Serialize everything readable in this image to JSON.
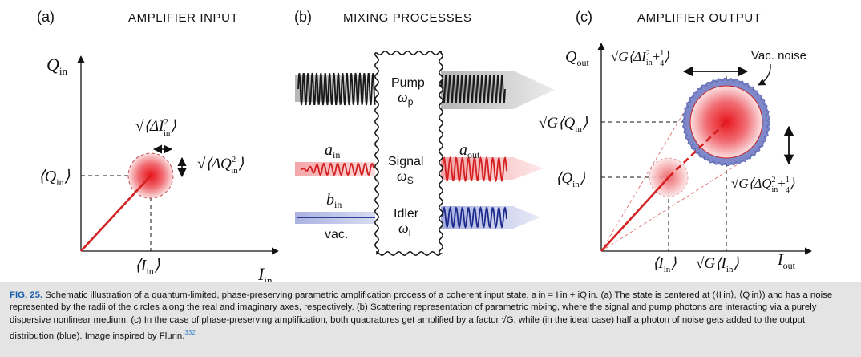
{
  "panels": {
    "a": {
      "letter": "(a)",
      "title": "AMPLIFIER INPUT",
      "y_axis": "Q",
      "y_sub": "in",
      "x_axis": "I",
      "x_sub": "in",
      "q_tick": "⟨Q",
      "q_tick_sub": "in",
      "i_tick": "⟨I",
      "i_tick_sub": "in",
      "delta_i": "√⟨ΔI",
      "delta_q": "√⟨ΔQ",
      "delta_sup": "2",
      "delta_sub": "in"
    },
    "b": {
      "letter": "(b)",
      "title": "MIXING PROCESSES",
      "pump_label": "Pump",
      "pump_freq": "ω",
      "pump_freq_sub": "p",
      "signal_label": "Signal",
      "signal_freq": "ω",
      "signal_freq_sub": "S",
      "idler_label": "Idler",
      "idler_freq": "ω",
      "idler_freq_sub": "i",
      "a_in": "a",
      "a_in_sub": "in",
      "a_out": "a",
      "a_out_sub": "out",
      "b_in": "b",
      "b_in_sub": "in",
      "vac": "vac."
    },
    "c": {
      "letter": "(c)",
      "title": "AMPLIFIER OUTPUT",
      "y_axis": "Q",
      "y_sub": "out",
      "x_axis": "I",
      "x_sub": "out",
      "vac_noise": "Vac. noise",
      "gain_i": "√G⟨ΔI",
      "gain_q": "√G⟨ΔQ",
      "gain_sup": "2",
      "gain_sub": "in",
      "gain_plus": "+",
      "quarter_num": "1",
      "quarter_den": "4",
      "q_in_tick": "⟨Q",
      "q_gain_tick": "√G⟨Q",
      "i_in_tick": "⟨I",
      "i_gain_tick": "√G⟨I",
      "tick_sub": "in"
    }
  },
  "caption": {
    "label": "FIG. 25.",
    "text": "Schematic illustration of a quantum-limited, phase-preserving parametric amplification process of a coherent input state, a in = I in + iQ in. (a) The state is centered at (⟨I in⟩, ⟨Q in⟩) and has a noise represented by the radii of the circles along the real and imaginary axes, respectively. (b) Scattering representation of parametric mixing, where the signal and pump photons are interacting via a purely dispersive nonlinear medium. (c) In the case of phase-preserving amplification, both quadratures get amplified by a factor √G, while (in the ideal case) half a photon of noise gets added to the output distribution (blue). Image inspired by Flurin.",
    "ref": "332"
  },
  "colors": {
    "signal": "#d42020",
    "idler": "#1c2a8c",
    "pump": "#1a1a1a",
    "noise": "#7f89c9",
    "caption_bg": "#e4e4e4"
  }
}
